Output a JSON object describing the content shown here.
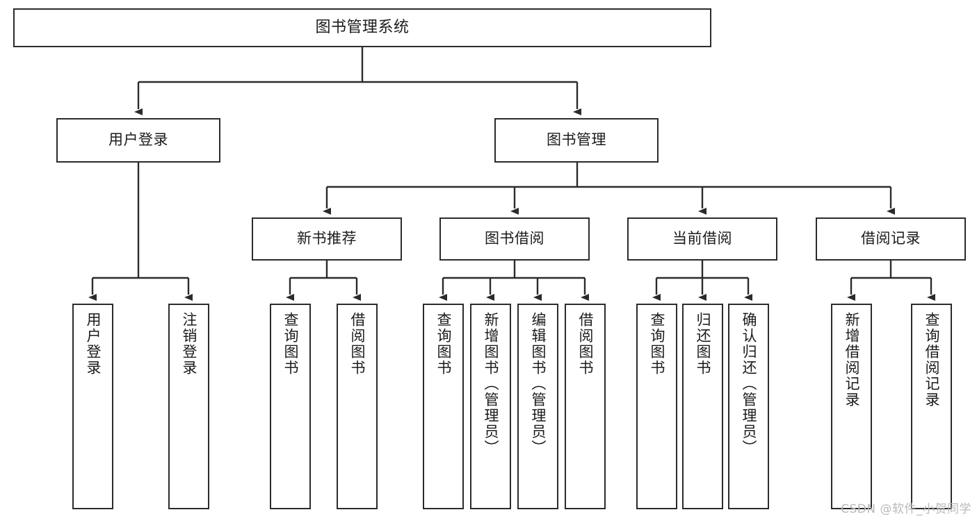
{
  "diagram": {
    "title": "图书管理系统",
    "type": "tree",
    "watermark": "CSDN @软件_小贺同学",
    "colors": {
      "box_border": "#2b2b2b",
      "box_fill": "#ffffff",
      "connector": "#2b2b2b",
      "text": "#1b1b1b",
      "watermark": "#b9b9b9",
      "background": "#ffffff"
    },
    "levels": {
      "root": {
        "label": "图书管理系统"
      },
      "level2": [
        {
          "id": "user-login",
          "label": "用户登录"
        },
        {
          "id": "book-management",
          "label": "图书管理"
        }
      ],
      "level3": [
        {
          "id": "new-book-recommend",
          "label": "新书推荐",
          "parent": "book-management"
        },
        {
          "id": "book-borrow",
          "label": "图书借阅",
          "parent": "book-management"
        },
        {
          "id": "current-borrow",
          "label": "当前借阅",
          "parent": "book-management"
        },
        {
          "id": "borrow-record",
          "label": "借阅记录",
          "parent": "book-management"
        }
      ],
      "leaves": {
        "user-login": [
          {
            "id": "leaf-user-login",
            "label": "用户登录"
          },
          {
            "id": "leaf-user-logout",
            "label": "注销登录"
          }
        ],
        "new-book-recommend": [
          {
            "id": "leaf-query-book-1",
            "label": "查询图书"
          },
          {
            "id": "leaf-borrow-book-1",
            "label": "借阅图书"
          }
        ],
        "book-borrow": [
          {
            "id": "leaf-query-book-2",
            "label": "查询图书"
          },
          {
            "id": "leaf-add-book",
            "label": "新增图书（管理员）"
          },
          {
            "id": "leaf-edit-book",
            "label": "编辑图书（管理员）"
          },
          {
            "id": "leaf-borrow-book-2",
            "label": "借阅图书"
          }
        ],
        "current-borrow": [
          {
            "id": "leaf-query-book-3",
            "label": "查询图书"
          },
          {
            "id": "leaf-return-book",
            "label": "归还图书"
          },
          {
            "id": "leaf-confirm-return",
            "label": "确认归还（管理员）"
          }
        ],
        "borrow-record": [
          {
            "id": "leaf-add-record",
            "label": "新增借阅记录"
          },
          {
            "id": "leaf-query-record",
            "label": "查询借阅记录"
          }
        ]
      }
    }
  }
}
